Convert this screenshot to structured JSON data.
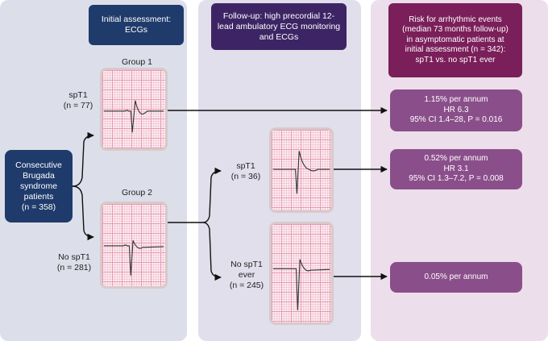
{
  "colors": {
    "panel_left": "#dcdfe9",
    "panel_mid": "#e2dfec",
    "panel_right": "#ecdeea",
    "navy": "#1f3b6b",
    "purple": "#3d2565",
    "magenta": "#7a1f5a",
    "box_purple": "#8a4f8a"
  },
  "columns": {
    "initial": "Initial assessment: ECGs",
    "followup": "Follow-up: high precordial 12-lead ambulatory ECG monitoring and ECGs",
    "risk": [
      "Risk for arrhythmic events",
      "(median 73 months follow-up)",
      "in asymptomatic patients at",
      "initial assessment (n = 342):",
      "spT1 vs. no spT1 ever"
    ]
  },
  "start": {
    "line1": "Consecutive",
    "line2": "Brugada",
    "line3": "syndrome",
    "line4": "patients",
    "n": "(n = 358)"
  },
  "group1": {
    "title": "Group 1",
    "label": "spT1",
    "n": "(n = 77)"
  },
  "group2": {
    "title": "Group 2",
    "label": "No spT1",
    "n": "(n = 281)"
  },
  "followup_a": {
    "label": "spT1",
    "n": "(n = 36)"
  },
  "followup_b": {
    "label1": "No spT1",
    "label2": "ever",
    "n": "(n = 245)"
  },
  "results": [
    {
      "l1": "1.15% per annum",
      "l2": "HR 6.3",
      "l3": "95% CI 1.4–28, P = 0.016"
    },
    {
      "l1": "0.52% per annum",
      "l2": "HR 3.1",
      "l3": "95% CI 1.3–7.2, P = 0.008"
    },
    {
      "l1": "0.05% per annum"
    }
  ],
  "icons": [
    "ecg-strip-icon"
  ]
}
